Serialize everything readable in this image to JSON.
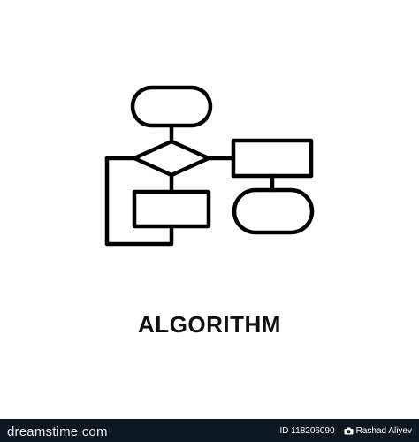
{
  "caption": "ALGORITHM",
  "footer": {
    "logo": "dreamstime.com",
    "id_text": "ID 118206090",
    "author": "Rashad Aliyev"
  },
  "icon": {
    "name": "algorithm-flowchart-icon",
    "stroke_color": "#000000"
  },
  "colors": {
    "background": "#ffffff",
    "footer_bg": "#0e1821",
    "caption_text": "#111111"
  }
}
